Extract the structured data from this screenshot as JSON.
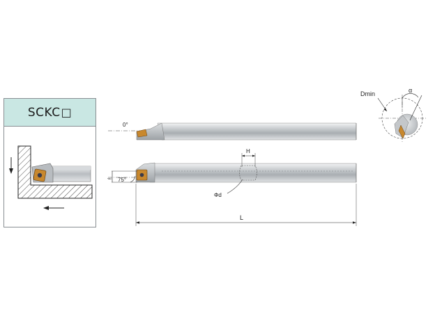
{
  "panel": {
    "series_code": "SCKC",
    "series_suffix": "□"
  },
  "labels": {
    "angle_top": "0°",
    "angle_lead": "75°",
    "dim_f": "f",
    "dim_H": "H",
    "dim_d": "Φd",
    "dim_L": "L",
    "dim_Dmin": "Dmin",
    "dim_alpha": "α"
  },
  "colors": {
    "header_bg": "#c9e7e3",
    "insert_gold": "#c8882e",
    "shank": "#c3c7cb",
    "line": "#222222"
  }
}
